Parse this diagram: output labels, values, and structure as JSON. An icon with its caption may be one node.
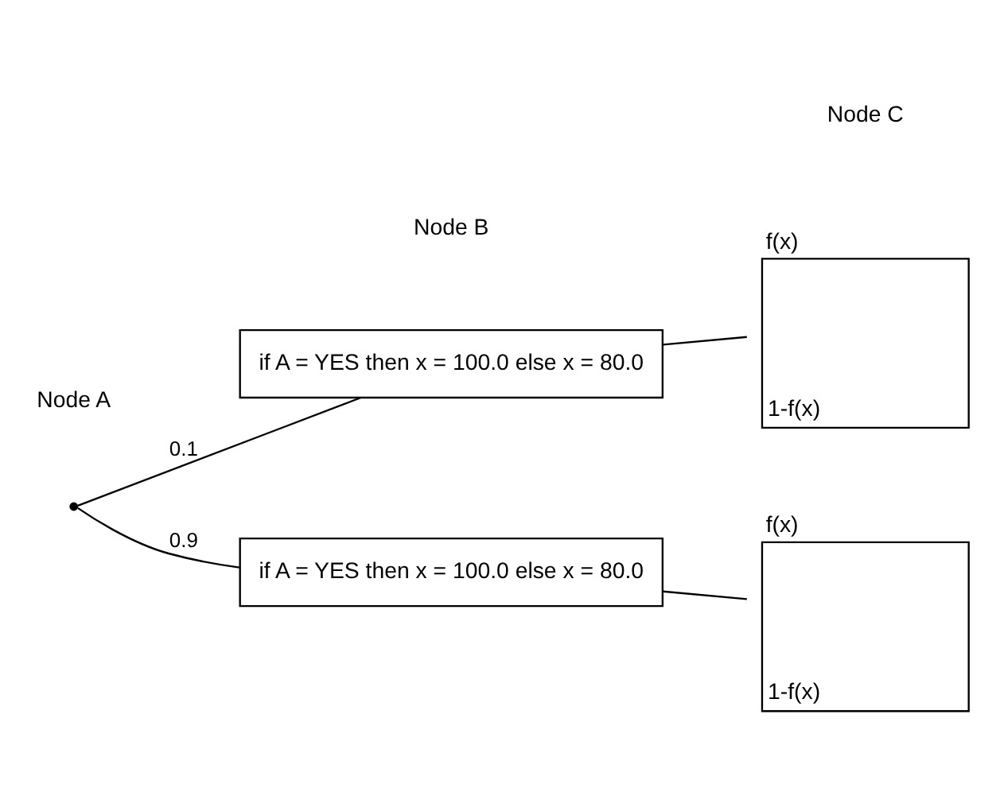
{
  "diagram": {
    "nodes": [
      {
        "text": [],
        "shape": "point"
      },
      {
        "text": [
          "if A = YES then x = 100.0 else x = 80.0"
        ]
      },
      {
        "text": [
          "if A = YES then x = 100.0 else x = 80.0"
        ]
      },
      {
        "text": [
          "f(x)",
          "1-f(x)"
        ]
      },
      {
        "text": [
          "f(x)",
          "1-f(x)"
        ]
      }
    ],
    "edges": [
      {
        "from": 0,
        "to": 1,
        "arrow": "none",
        "label": "0.1"
      },
      {
        "from": 0,
        "to": 2,
        "arrow": "none",
        "label": "0.9"
      },
      {
        "from": 1,
        "to": 3,
        "arrow": "none"
      },
      {
        "from": 2,
        "to": 4,
        "arrow": "none"
      }
    ],
    "labels": [
      "Node A",
      "Node B",
      "Node C"
    ]
  }
}
